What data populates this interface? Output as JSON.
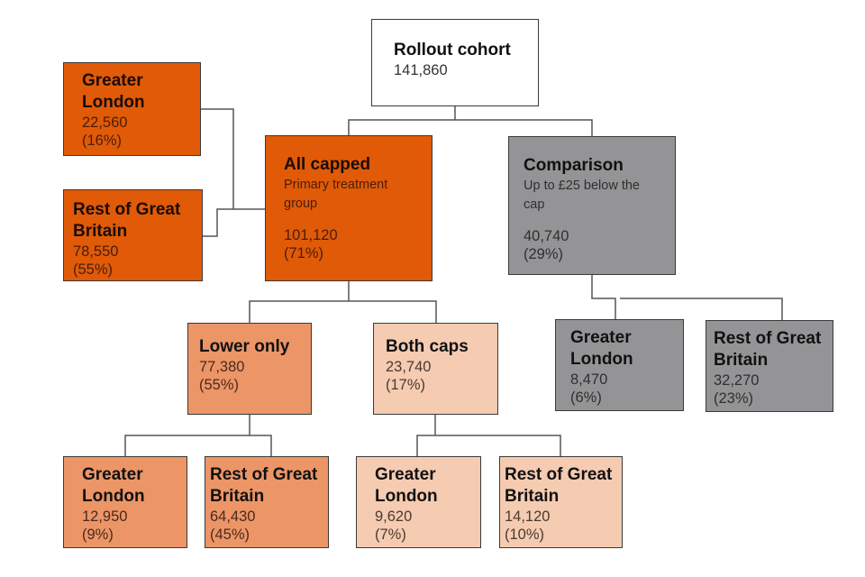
{
  "diagram": {
    "colors": {
      "root": "#ffffff",
      "primary": "#e05a08",
      "lower_only": "#ec9567",
      "both_caps": "#f5cbb1",
      "comparison": "#949496",
      "connector": "#555555"
    },
    "root": {
      "title": "Rollout cohort",
      "value": "141,860"
    },
    "all_capped": {
      "title": "All capped",
      "subtitle": "Primary treatment group",
      "value": "101,120",
      "pct": "(71%)"
    },
    "all_capped_london": {
      "title": "Greater London",
      "value": "22,560",
      "pct": "(16%)"
    },
    "all_capped_rest": {
      "title": "Rest of Great Britain",
      "value": "78,550",
      "pct": "(55%)"
    },
    "comparison": {
      "title": "Comparison",
      "subtitle": "Up to £25 below the cap",
      "value": "40,740",
      "pct": "(29%)"
    },
    "comparison_london": {
      "title": "Greater London",
      "value": "8,470",
      "pct": "(6%)"
    },
    "comparison_rest": {
      "title": "Rest of Great Britain",
      "value": "32,270",
      "pct": "(23%)"
    },
    "lower_only": {
      "title": "Lower only",
      "value": "77,380",
      "pct": "(55%)"
    },
    "lower_only_london": {
      "title": "Greater London",
      "value": "12,950",
      "pct": "(9%)"
    },
    "lower_only_rest": {
      "title": "Rest of Great Britain",
      "value": "64,430",
      "pct": "(45%)"
    },
    "both_caps": {
      "title": "Both caps",
      "value": "23,740",
      "pct": "(17%)"
    },
    "both_caps_london": {
      "title": "Greater London",
      "value": "9,620",
      "pct": "(7%)"
    },
    "both_caps_rest": {
      "title": "Rest of Great Britain",
      "value": "14,120",
      "pct": "(10%)"
    }
  }
}
